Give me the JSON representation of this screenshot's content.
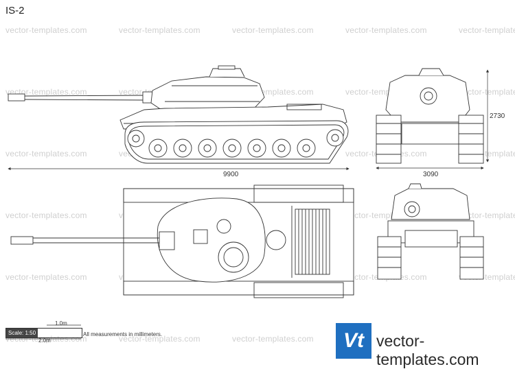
{
  "title": "IS-2",
  "watermark": "vector-templates.com",
  "dimensions": {
    "length": "9900",
    "width": "3090",
    "height": "2730"
  },
  "scale": {
    "label": "Scale: 1:50",
    "one_meter": "1.0m",
    "two_meter": "2.0m"
  },
  "note": "All measurements in millimeters.",
  "logo": {
    "mark": "Vt",
    "brand": "vector-templates.com"
  }
}
